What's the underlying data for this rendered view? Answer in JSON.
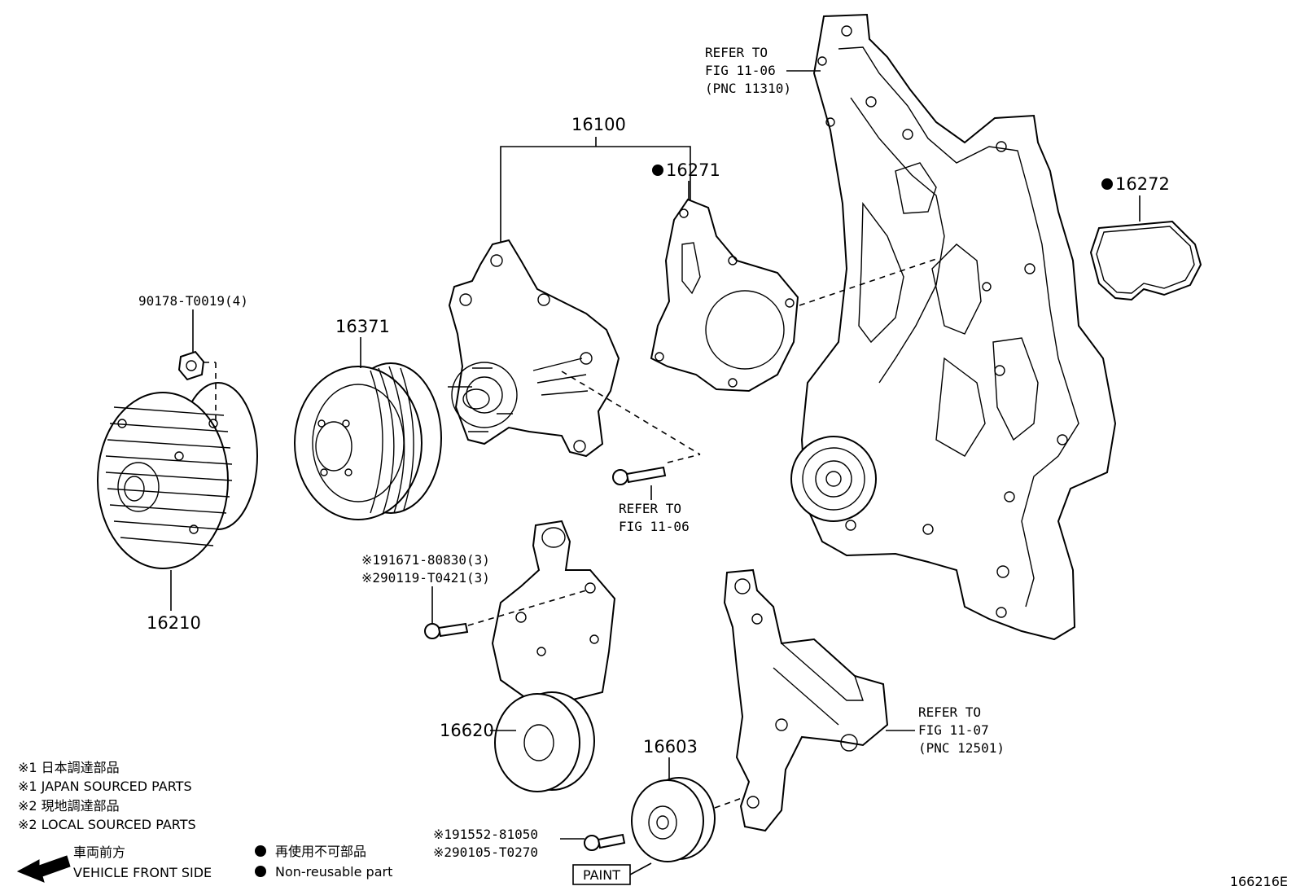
{
  "diagram_id": "166216E",
  "parts": {
    "p16100": "16100",
    "p16271": "16271",
    "p16272": "16272",
    "p16371": "16371",
    "p16210": "16210",
    "p16620": "16620",
    "p16603": "16603",
    "bolt_fan": "90178-T0019(4)",
    "bolt_tensioner_1": "※191671-80830(3)",
    "bolt_tensioner_2": "※290119-T0421(3)",
    "bolt_idler_1": "※191552-81050",
    "bolt_idler_2": "※290105-T0270"
  },
  "refs": {
    "ref_cover_l1": "REFER TO",
    "ref_cover_l2": "FIG 11-06",
    "ref_cover_l3": "(PNC 11310)",
    "ref_pump_bolt_l1": "REFER TO",
    "ref_pump_bolt_l2": "FIG 11-06",
    "ref_bracket_l1": "REFER TO",
    "ref_bracket_l2": "FIG 11-07",
    "ref_bracket_l3": "(PNC 12501)"
  },
  "paint_label": "PAINT",
  "legend": {
    "note1_jp": "※1 日本調達部品",
    "note1_en": "※1 JAPAN SOURCED PARTS",
    "note2_jp": "※2 現地調達部品",
    "note2_en": "※2 LOCAL SOURCED PARTS",
    "front_jp": "車両前方",
    "front_en": "VEHICLE FRONT SIDE",
    "nonreuse_jp": "再使用不可部品",
    "nonreuse_en": "Non-reusable part"
  }
}
